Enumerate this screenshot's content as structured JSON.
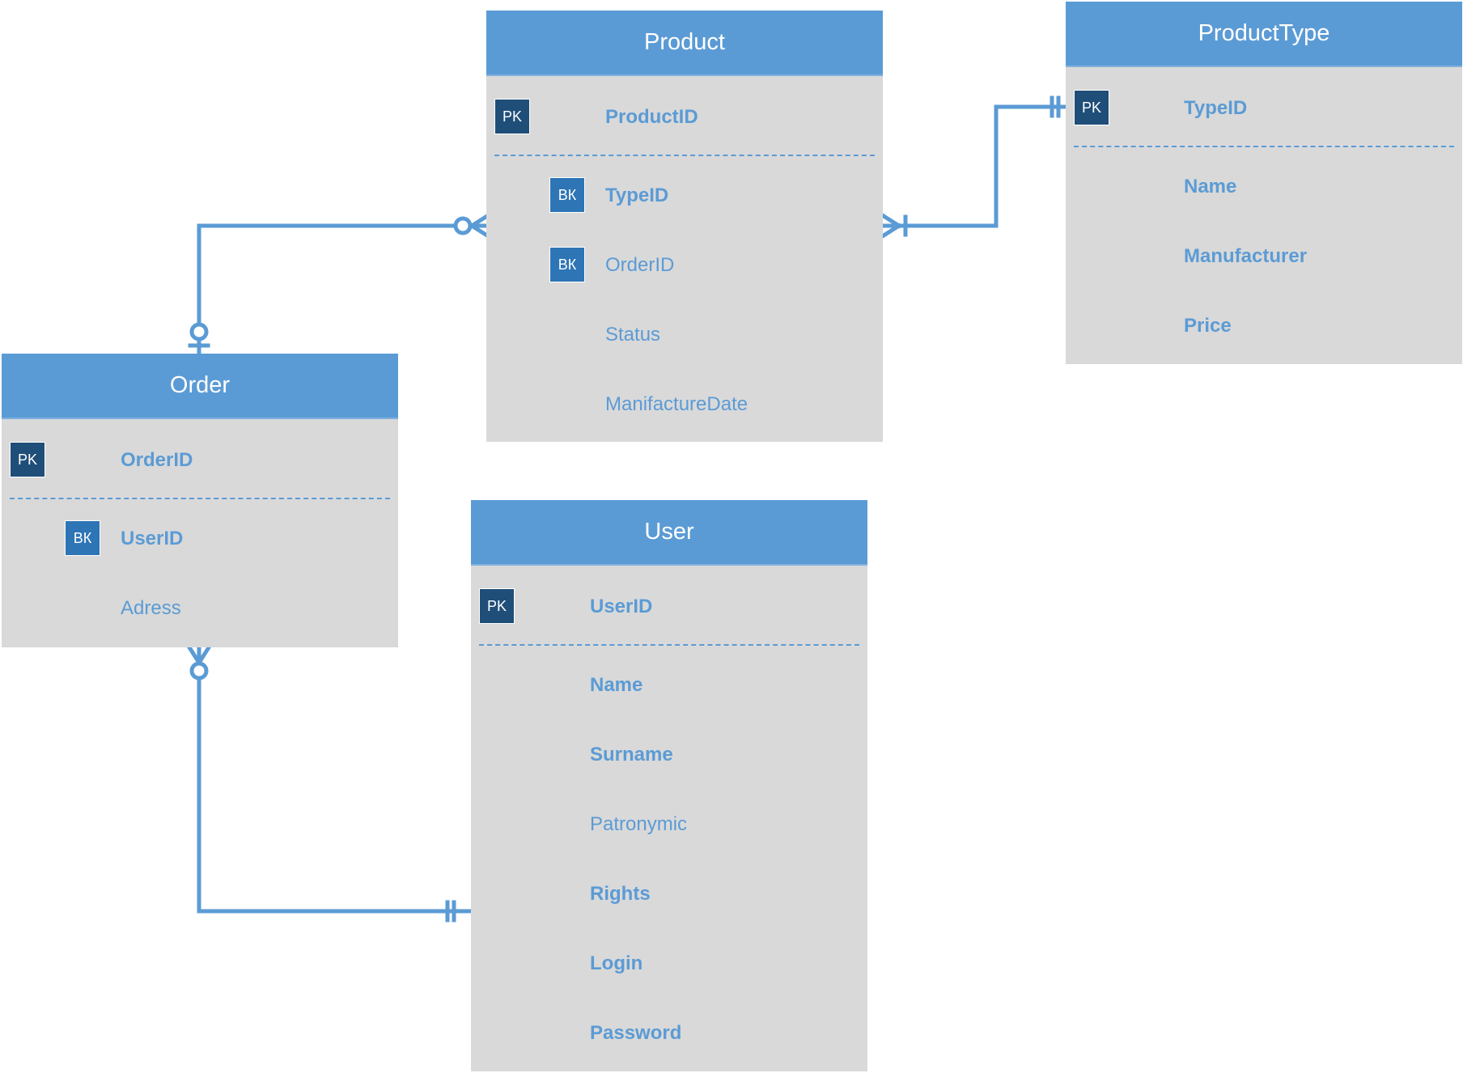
{
  "colors": {
    "header": "#5b9bd5",
    "body": "#d9d9d9",
    "pk_badge": "#1f4e79",
    "fk_badge": "#2e75b6",
    "text": "#5b9bd5",
    "line": "#5b9bd5"
  },
  "entities": {
    "product": {
      "title": "Product",
      "pk": {
        "badge": "PK",
        "name": "ProductID"
      },
      "fields": [
        {
          "badge": "ВК",
          "name": "TypeID"
        },
        {
          "badge": "ВК",
          "name": "OrderID"
        },
        {
          "name": "Status"
        },
        {
          "name": "ManifactureDate"
        }
      ]
    },
    "product_type": {
      "title": "ProductType",
      "pk": {
        "badge": "PK",
        "name": "TypeID"
      },
      "fields": [
        {
          "name": "Name"
        },
        {
          "name": "Manufacturer"
        },
        {
          "name": "Price"
        }
      ]
    },
    "order": {
      "title": "Order",
      "pk": {
        "badge": "PK",
        "name": "OrderID"
      },
      "fields": [
        {
          "badge": "ВК",
          "name": "UserID"
        },
        {
          "name": "Adress"
        }
      ]
    },
    "user": {
      "title": "User",
      "pk": {
        "badge": "PK",
        "name": "UserID"
      },
      "fields": [
        {
          "name": "Name"
        },
        {
          "name": "Surname"
        },
        {
          "name": "Patronymic"
        },
        {
          "name": "Rights"
        },
        {
          "name": "Login"
        },
        {
          "name": "Password"
        }
      ]
    }
  },
  "relationships": [
    {
      "from": "product_type",
      "to": "product",
      "from_cardinality": "one-and-only-one",
      "to_cardinality": "one-or-many"
    },
    {
      "from": "order",
      "to": "product",
      "from_cardinality": "zero-or-one",
      "to_cardinality": "zero-or-many"
    },
    {
      "from": "user",
      "to": "order",
      "from_cardinality": "one-and-only-one",
      "to_cardinality": "zero-or-many"
    }
  ]
}
